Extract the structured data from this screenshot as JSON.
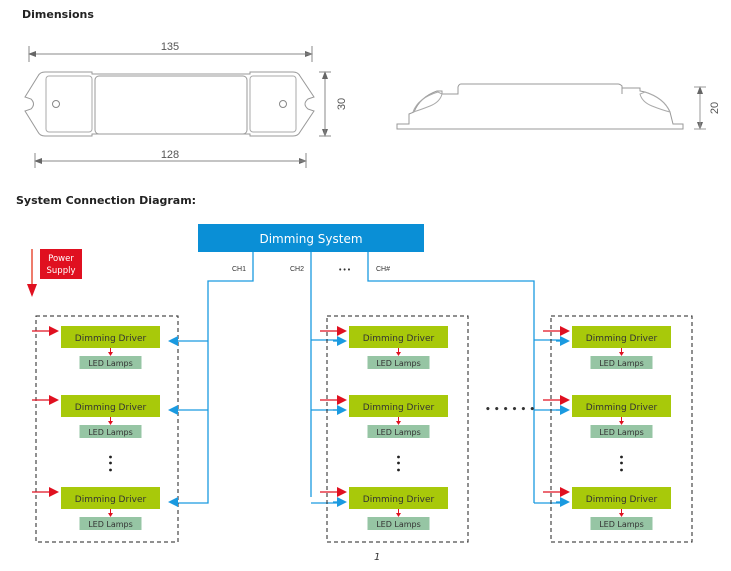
{
  "headings": {
    "dimensions": "Dimensions",
    "system_connection": "System Connection Diagram:"
  },
  "dimensions": {
    "top_view": {
      "overall_length": "135",
      "mounting_length": "128",
      "width": "30"
    },
    "side_view": {
      "height": "20"
    }
  },
  "diagram": {
    "dimming_system": "Dimming System",
    "channels": [
      "CH1",
      "CH2",
      "CH#"
    ],
    "channel_ellipsis": "• • •",
    "power_supply": [
      "Power",
      "Supply"
    ],
    "driver_label": "Dimming Driver",
    "lamp_label": "LED Lamps",
    "group_ellipsis": "• • • • • •",
    "page_number": "1"
  },
  "colors": {
    "dimming_system": "#0a8fd6",
    "channel_line": "#1a9ae0",
    "driver": "#a8c90a",
    "lamp": "#96c5a4",
    "power": "#e01020"
  }
}
